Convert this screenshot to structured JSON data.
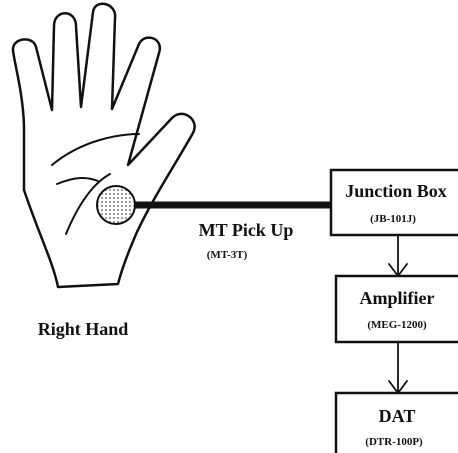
{
  "hand": {
    "label": "Right Hand"
  },
  "pickup": {
    "name": "MT Pick Up",
    "model": "(MT-3T)"
  },
  "blocks": [
    {
      "title": "Junction Box",
      "model": "(JB-101J)"
    },
    {
      "title": "Amplifier",
      "model": "(MEG-1200)"
    },
    {
      "title": "DAT",
      "model": "(DTR-100P)"
    }
  ],
  "colors": {
    "ink": "#111111",
    "background": "#ffffff",
    "sensor_fill": "#d9d9d9"
  }
}
